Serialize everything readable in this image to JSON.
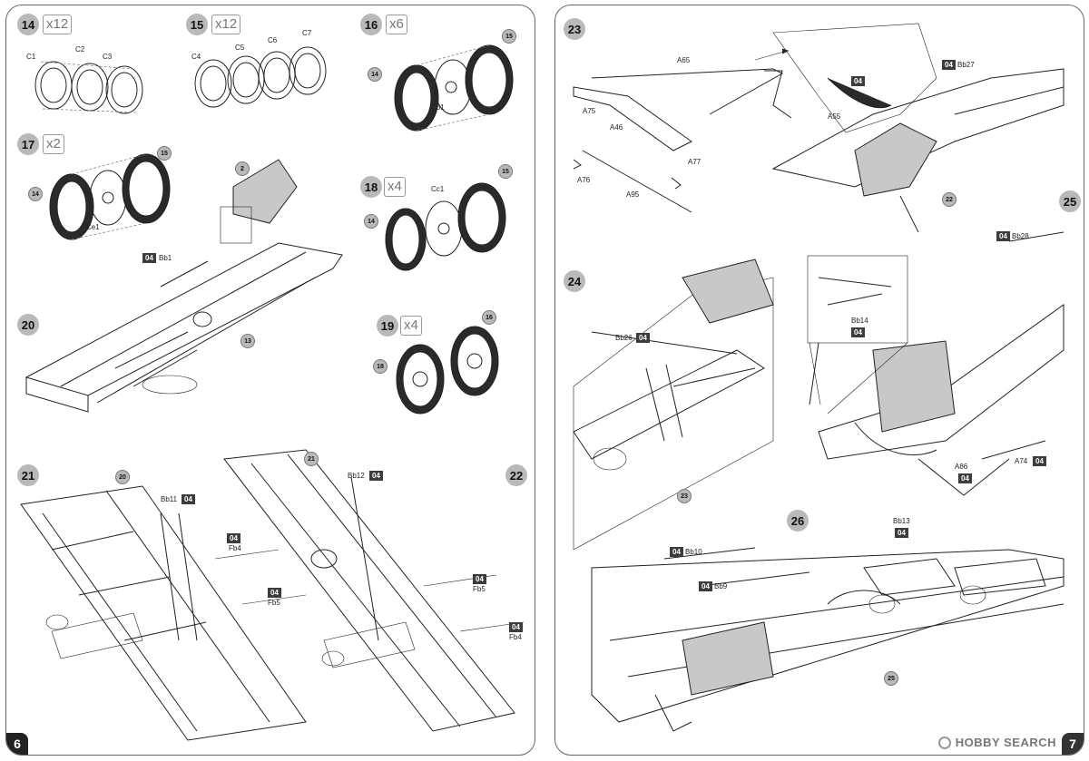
{
  "pages": {
    "left_number": "6",
    "right_number": "7"
  },
  "steps": {
    "s14": {
      "num": "14",
      "qty": "x12"
    },
    "s15": {
      "num": "15",
      "qty": "x12"
    },
    "s16": {
      "num": "16",
      "qty": "x6"
    },
    "s17": {
      "num": "17",
      "qty": "x2"
    },
    "s18": {
      "num": "18",
      "qty": "x4"
    },
    "s19": {
      "num": "19",
      "qty": "x4"
    },
    "s20": {
      "num": "20"
    },
    "s21": {
      "num": "21"
    },
    "s22": {
      "num": "22"
    },
    "s23": {
      "num": "23"
    },
    "s24": {
      "num": "24"
    },
    "s25": {
      "num": "25"
    },
    "s26": {
      "num": "26"
    }
  },
  "parts": {
    "C1": "C1",
    "C2": "C2",
    "C3": "C3",
    "C4": "C4",
    "C5": "C5",
    "C6": "C6",
    "C7": "C7",
    "Cb1": "Cb1",
    "Ce1": "Ce1",
    "Cc1": "Cc1",
    "Bb1": "Bb1",
    "Bb11": "Bb11",
    "Bb12": "Bb12",
    "Fb4": "Fb4",
    "Fb5": "Fb5",
    "A65": "A65",
    "A75": "A75",
    "A46": "A46",
    "A76": "A76",
    "A95": "A95",
    "A77": "A77",
    "A55": "A55",
    "Bb27": "Bb27",
    "Bb26": "Bb26",
    "Bb28": "Bb28",
    "Bb14": "Bb14",
    "A74": "A74",
    "A86": "A86",
    "Bb13": "Bb13",
    "Bb10": "Bb10",
    "Bb9": "Bb9"
  },
  "refs": {
    "r14": "14",
    "r15": "15",
    "r2": "2",
    "r13": "13",
    "r18": "18",
    "r16": "16",
    "r20": "20",
    "r21": "21",
    "r22": "22",
    "r23": "23",
    "r25": "25"
  },
  "paint_code": "04",
  "watermark": "HOBBY SEARCH",
  "colors": {
    "line": "#222222",
    "step_circle": "#b9b9b9",
    "paint_box": "#3c3c3c"
  }
}
